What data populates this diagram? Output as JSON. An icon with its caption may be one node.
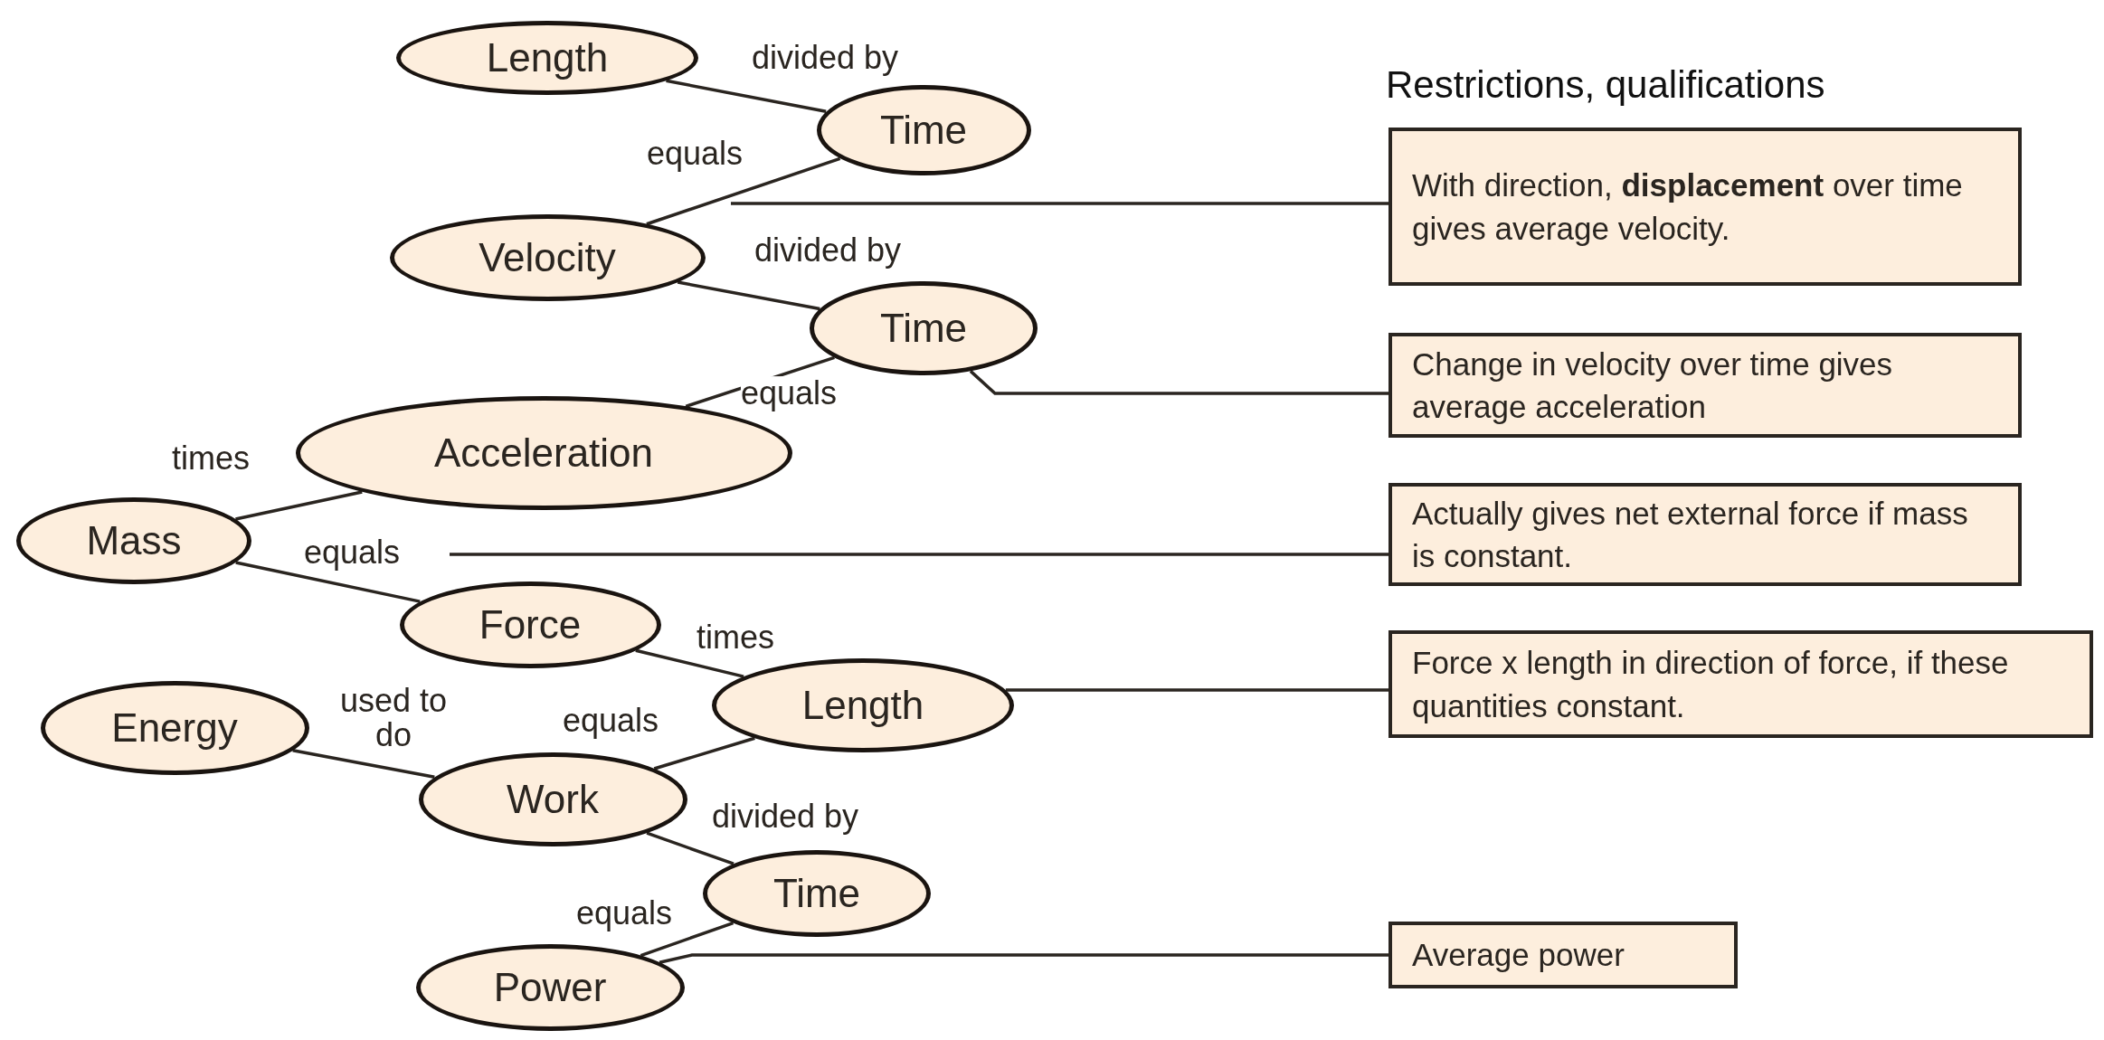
{
  "diagram": {
    "nodes": [
      {
        "text": [
          "Length"
        ]
      },
      {
        "text": [
          "Time"
        ]
      },
      {
        "text": [
          "Velocity"
        ]
      },
      {
        "text": [
          "Time"
        ]
      },
      {
        "text": [
          "Acceleration"
        ]
      },
      {
        "text": [
          "Mass"
        ]
      },
      {
        "text": [
          "Force"
        ]
      },
      {
        "text": [
          "Length"
        ]
      },
      {
        "text": [
          "Energy"
        ]
      },
      {
        "text": [
          "Work"
        ]
      },
      {
        "text": [
          "Time"
        ]
      },
      {
        "text": [
          "Power"
        ]
      },
      {
        "text": [
          "With direction, **displacement** over time gives average velocity."
        ]
      },
      {
        "text": [
          "Change in velocity over time gives average acceleration"
        ]
      },
      {
        "text": [
          "Actually gives  net external force if mass is constant."
        ]
      },
      {
        "text": [
          "Force x length in direction of force, if these quantities constant."
        ]
      },
      {
        "text": [
          "Average power"
        ]
      }
    ],
    "edges": [
      {
        "from": 0,
        "to": 1,
        "arrow": "none",
        "label": "divided by"
      },
      {
        "from": 1,
        "to": 2,
        "arrow": "none",
        "label": "equals"
      },
      {
        "from": 2,
        "to": 3,
        "arrow": "none",
        "label": "divided by"
      },
      {
        "from": 3,
        "to": 4,
        "arrow": "none",
        "label": "equals"
      },
      {
        "from": 5,
        "to": 4,
        "arrow": "none",
        "label": "times"
      },
      {
        "from": 5,
        "to": 6,
        "arrow": "none",
        "label": "equals"
      },
      {
        "from": 6,
        "to": 7,
        "arrow": "none",
        "label": "times"
      },
      {
        "from": 7,
        "to": 9,
        "arrow": "none",
        "label": "equals"
      },
      {
        "from": 8,
        "to": 9,
        "arrow": "none",
        "label": "used to do"
      },
      {
        "from": 9,
        "to": 10,
        "arrow": "none",
        "label": "divided by"
      },
      {
        "from": 10,
        "to": 11,
        "arrow": "none",
        "label": "equals"
      },
      {
        "from": null,
        "to": 12,
        "arrow": "none"
      },
      {
        "from": 3,
        "to": 13,
        "arrow": "none"
      },
      {
        "from": null,
        "to": 14,
        "arrow": "none"
      },
      {
        "from": 7,
        "to": 15,
        "arrow": "none"
      },
      {
        "from": 11,
        "to": 16,
        "arrow": "none"
      }
    ],
    "labels": [
      "Restrictions, qualifications"
    ]
  }
}
